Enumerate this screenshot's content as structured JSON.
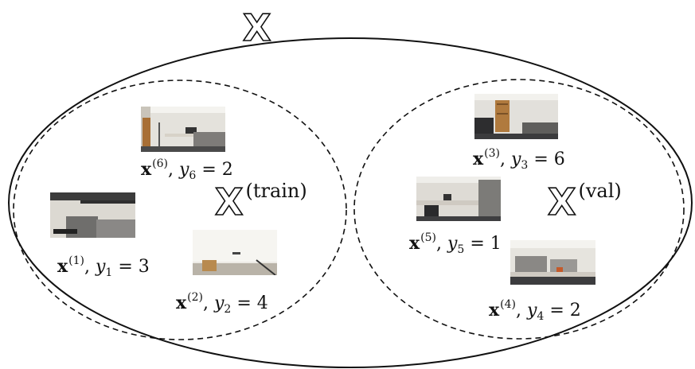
{
  "title": {
    "symbol": "X"
  },
  "sets": {
    "train": {
      "symbol": "X",
      "superscript": "(train)"
    },
    "val": {
      "symbol": "X",
      "superscript": "(val)"
    }
  },
  "samples": [
    {
      "id": "6",
      "x_sup": "(6)",
      "y_sub": "6",
      "y_val": "2"
    },
    {
      "id": "1",
      "x_sup": "(1)",
      "y_sub": "1",
      "y_val": "3"
    },
    {
      "id": "2",
      "x_sup": "(2)",
      "y_sub": "2",
      "y_val": "4"
    },
    {
      "id": "3",
      "x_sup": "(3)",
      "y_sub": "3",
      "y_val": "6"
    },
    {
      "id": "5",
      "x_sup": "(5)",
      "y_sub": "5",
      "y_val": "1"
    },
    {
      "id": "4",
      "x_sup": "(4)",
      "y_sub": "4",
      "y_val": "2"
    }
  ],
  "colors": {
    "line": "#111111",
    "wall": "#e8e6e1",
    "floor": "#3a3a3c",
    "desk": "#cfcac2",
    "partition": "#7b7a78",
    "shelf": "#b07a3e"
  }
}
